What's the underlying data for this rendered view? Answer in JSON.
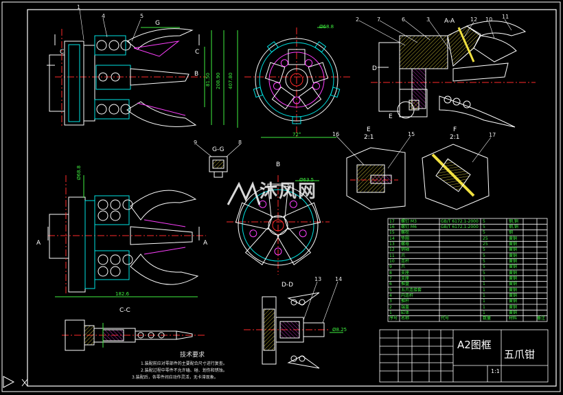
{
  "drawing": {
    "title_block": {
      "sheet_label": "A2图框",
      "name": "五爪钳",
      "scale": "1:1"
    },
    "tech_requirements": {
      "heading": "技术要求",
      "lines": [
        "1.装配前应对零部件的主要配合尺寸进行复查。",
        "2.装配过程中零件不允许磕、碰、划伤和锈蚀。",
        "3.装配后，各零件间应动作灵活，无卡滞现象。"
      ]
    },
    "section_labels": {
      "aa": "A-A",
      "cc": "C-C",
      "dd": "D-D",
      "gg": "G-G",
      "e": "E",
      "e_scale": "2:1",
      "f": "F",
      "f_scale": "2:1",
      "b": "B",
      "cut_a": "A",
      "cut_b": "B",
      "cut_c": "C",
      "cut_d": "D",
      "cut_e": "E",
      "cut_g": "G"
    },
    "dimensions": {
      "d_front": "Ø68.8",
      "d_bview": "Ø63.5",
      "d_left": "Ø68.8",
      "h1": "407.80",
      "h2": "81.50",
      "h3": "208.90",
      "len": "182.6",
      "dd_dim": "Ø8.25",
      "angle": "72°"
    },
    "balloons": [
      "1",
      "4",
      "5",
      "2",
      "7",
      "6",
      "3",
      "12",
      "10",
      "11",
      "9",
      "8",
      "16",
      "15",
      "17",
      "13",
      "14"
    ],
    "parts_table": {
      "header": {
        "no": "序号",
        "code": "代号",
        "name": "名称",
        "qty": "数量",
        "material": "材料",
        "note": "备注"
      },
      "rows": [
        {
          "no": "17",
          "name": "螺钉 M3",
          "code": "GB/T 6172.1-2000",
          "qty": "5",
          "material": "钢,铜"
        },
        {
          "no": "16",
          "name": "螺钉 M6",
          "code": "GB/T 6172.1-2000",
          "qty": "5",
          "material": "钢,铜"
        },
        {
          "no": "15",
          "name": "螺栓",
          "code": "",
          "qty": "5",
          "material": "钢"
        },
        {
          "no": "14",
          "name": "垫圈",
          "code": "",
          "qty": "25",
          "material": "黄铜"
        },
        {
          "no": "13",
          "name": "螺母",
          "code": "",
          "qty": "25",
          "material": "黄铜"
        },
        {
          "no": "12",
          "name": "销轴",
          "code": "",
          "qty": "5",
          "material": "黄铜"
        },
        {
          "no": "11",
          "name": "爪",
          "code": "",
          "qty": "5",
          "material": "黄铜"
        },
        {
          "no": "10",
          "name": "连杆",
          "code": "",
          "qty": "5",
          "material": "黄铜"
        },
        {
          "no": "9",
          "name": "爪",
          "code": "",
          "qty": "5",
          "material": "黄铜"
        },
        {
          "no": "8",
          "name": "支座",
          "code": "",
          "qty": "5",
          "material": "黄铜"
        },
        {
          "no": "7",
          "name": "支座",
          "code": "",
          "qty": "1",
          "material": "黄铜"
        },
        {
          "no": "6",
          "name": "推盘",
          "code": "",
          "qty": "1",
          "material": "黄铜"
        },
        {
          "no": "5",
          "name": "五爪连接套",
          "code": "",
          "qty": "1",
          "material": "黄铜"
        },
        {
          "no": "4",
          "name": "内连杆",
          "code": "",
          "qty": "1",
          "material": "黄铜"
        },
        {
          "no": "3",
          "name": "推杆",
          "code": "",
          "qty": "1",
          "material": "黄铜"
        },
        {
          "no": "2",
          "name": "端盖",
          "code": "",
          "qty": "1",
          "material": "黄铜"
        },
        {
          "no": "1",
          "name": "缸体",
          "code": "",
          "qty": "1",
          "material": "黄铜"
        }
      ]
    },
    "watermark": "沐风网",
    "colors": {
      "background": "#000000",
      "border": "#ffffff",
      "outline": "#ffffff",
      "hidden": "#00e5e5",
      "center": "#ff2a2a",
      "dim": "#3ff03f",
      "hatch": "#f0e040",
      "accent": "#ff40ff"
    }
  }
}
